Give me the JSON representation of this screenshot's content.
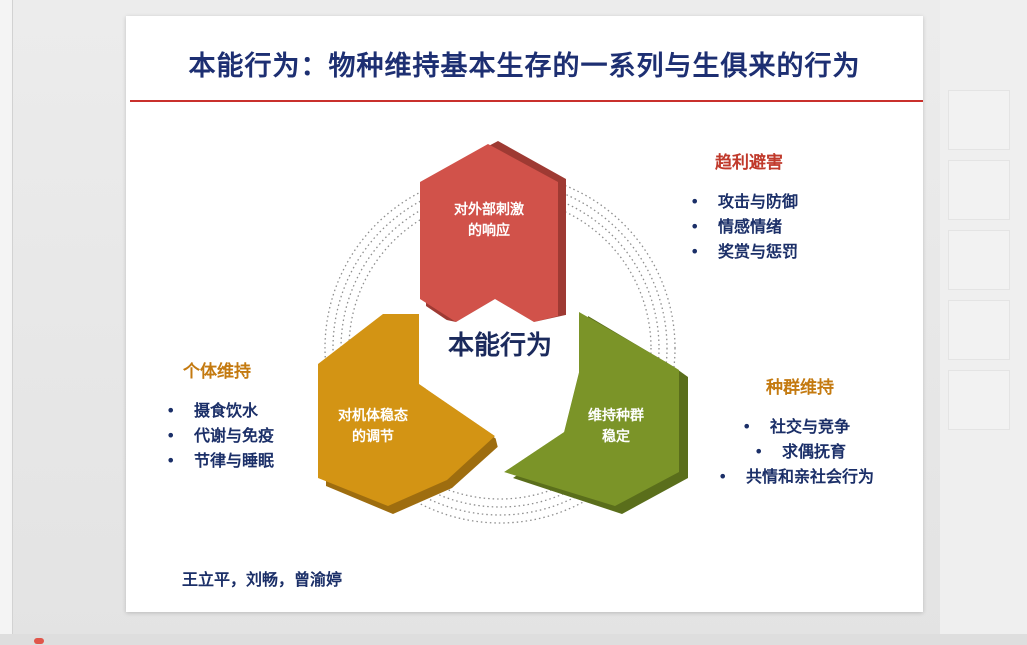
{
  "slide": {
    "title": "本能行为：物种维持基本生存的一系列与生俱来的行为",
    "authors": "王立平，刘畅，曾渝婷"
  },
  "diagram": {
    "center_label": "本能行为",
    "segments": [
      {
        "line1": "对外部刺激",
        "line2": "的响应",
        "color": "#d1524a"
      },
      {
        "line1": "对机体稳态",
        "line2": "的调节",
        "color": "#d39414"
      },
      {
        "line1": "维持种群",
        "line2": "稳定",
        "color": "#7b9428"
      }
    ],
    "ring_color": "#8e8e8e"
  },
  "groups": {
    "top_right": {
      "heading": "趋利避害",
      "heading_color": "#c0392b",
      "items": [
        "攻击与防御",
        "情感情绪",
        "奖赏与惩罚"
      ]
    },
    "left": {
      "heading": "个体维持",
      "heading_color": "#c47a10",
      "items": [
        "摄食饮水",
        "代谢与免疫",
        "节律与睡眠"
      ]
    },
    "bottom_right": {
      "heading": "种群维持",
      "heading_color": "#c47a10",
      "items": [
        "社交与竞争",
        "求偶抚育",
        "共情和亲社会行为"
      ]
    }
  },
  "bullet_char": "•"
}
